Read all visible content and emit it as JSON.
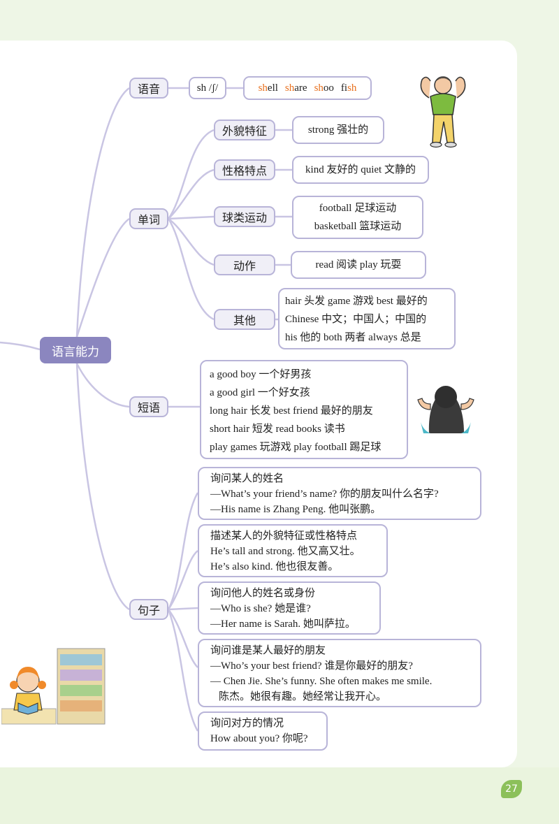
{
  "root": "语言能力",
  "phonics": {
    "label": "语音",
    "rule": "sh /ʃ/",
    "words": [
      {
        "hl": "sh",
        "rest": "ell"
      },
      {
        "hl": "sh",
        "rest": "are"
      },
      {
        "hl": "sh",
        "rest": "oo"
      },
      {
        "hl": "",
        "rest": "fi",
        "hl2": "sh"
      }
    ]
  },
  "vocab": {
    "label": "单词",
    "appearance": {
      "label": "外貌特征",
      "lines": [
        "strong 强壮的"
      ]
    },
    "personality": {
      "label": "性格特点",
      "lines": [
        "kind 友好的  quiet 文静的"
      ]
    },
    "ballsports": {
      "label": "球类运动",
      "lines": [
        "football 足球运动",
        "basketball 篮球运动"
      ]
    },
    "actions": {
      "label": "动作",
      "lines": [
        "read 阅读  play 玩耍"
      ]
    },
    "others": {
      "label": "其他",
      "lines": [
        "hair 头发  game 游戏  best 最好的",
        "Chinese 中文；中国人；中国的",
        "his 他的  both 两者  always 总是"
      ]
    }
  },
  "phrases": {
    "label": "短语",
    "lines": [
      "a good boy 一个好男孩",
      "a good girl 一个好女孩",
      "long hair 长发  best friend 最好的朋友",
      "short hair 短发   read books 读书",
      "play games 玩游戏  play football 踢足球"
    ]
  },
  "sentences": {
    "label": "句子",
    "groups": [
      {
        "title": "询问某人的姓名",
        "lines": [
          "—What’s your friend’s name? 你的朋友叫什么名字?",
          "—His name is Zhang Peng. 他叫张鹏。"
        ]
      },
      {
        "title": "描述某人的外貌特征或性格特点",
        "lines": [
          "He’s tall and strong. 他又高又壮。",
          "He’s also kind. 他也很友善。"
        ]
      },
      {
        "title": "询问他人的姓名或身份",
        "lines": [
          "—Who is she? 她是谁?",
          "—Her name is Sarah. 她叫萨拉。"
        ]
      },
      {
        "title": "询问谁是某人最好的朋友",
        "lines": [
          "—Who’s your best friend?  谁是你最好的朋友?",
          "— Chen Jie. She’s funny. She often makes me smile.",
          "陈杰。她很有趣。她经常让我开心。"
        ]
      },
      {
        "title": "询问对方的情况",
        "lines": [
          "How about you? 你呢?"
        ]
      }
    ]
  },
  "page_number": "27",
  "colors": {
    "node_border": "#b8b4d8",
    "root_fill": "#8b86bf",
    "highlight": "#e8701e",
    "page_badge": "#8cc05a"
  }
}
